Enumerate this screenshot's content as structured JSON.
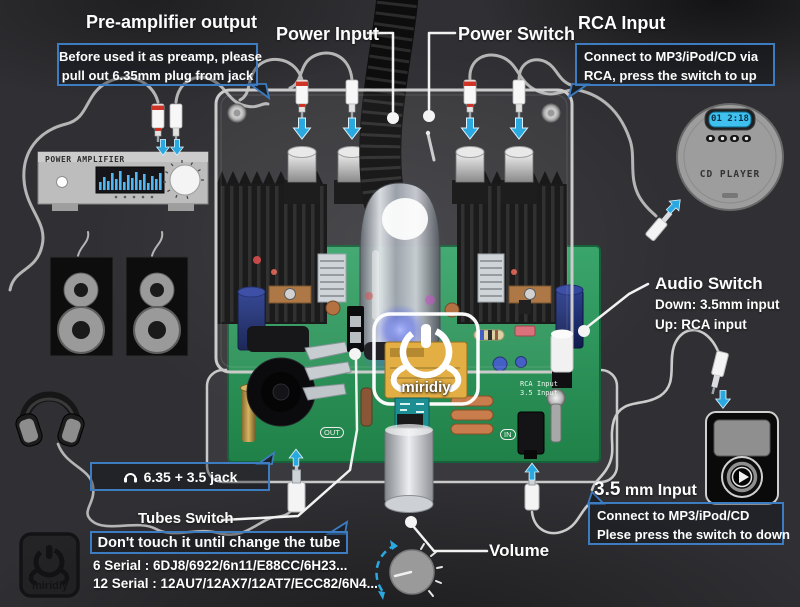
{
  "colors": {
    "background": "#2e2e32",
    "accent_arrow": "#2aa9e0",
    "callout_border": "#3d7cc0",
    "pcb_green": "#2f9e5f"
  },
  "annotations": {
    "preamp_title": "Pre-amplifier output",
    "preamp_note": [
      "Before used it as preamp, please",
      "pull out 6.35mm plug from jack"
    ],
    "power_input": "Power Input",
    "power_switch": "Power Switch",
    "rca_title": "RCA Input",
    "rca_note": [
      "Connect to MP3/iPod/CD via",
      "RCA, press the switch to up"
    ],
    "audio_switch_title": "Audio Switch",
    "audio_switch_down": "Down: 3.5mm input",
    "audio_switch_up": "Up: RCA input",
    "jack_note": "6.35 + 3.5 jack",
    "tubes_switch": "Tubes Switch",
    "tubes_note": "Don't touch it until change the tube",
    "serial_6": "6 Serial : 6DJ8/6922/6n11/E88CC/6H23...",
    "serial_12": "12 Serial : 12AU7/12AX7/12AT7/ECC82/6N4...",
    "volume": "Volume",
    "input35_num": "3.5",
    "input35_rest": "mm Input",
    "input35_note": [
      "Connect to MP3/iPod/CD",
      "Plese press the switch to down"
    ]
  },
  "devices": {
    "power_amplifier": {
      "label": "POWER AMPLIFIER"
    },
    "cd_player": {
      "label": "CD PLAYER",
      "display": "01 2:18"
    },
    "board": {
      "brand": "miridiy",
      "out_label": "OUT",
      "in_label": "IN",
      "silk_rca": "RCA Input",
      "silk_35": "3.5 Input"
    },
    "logo": {
      "brand": "miridiy"
    }
  }
}
